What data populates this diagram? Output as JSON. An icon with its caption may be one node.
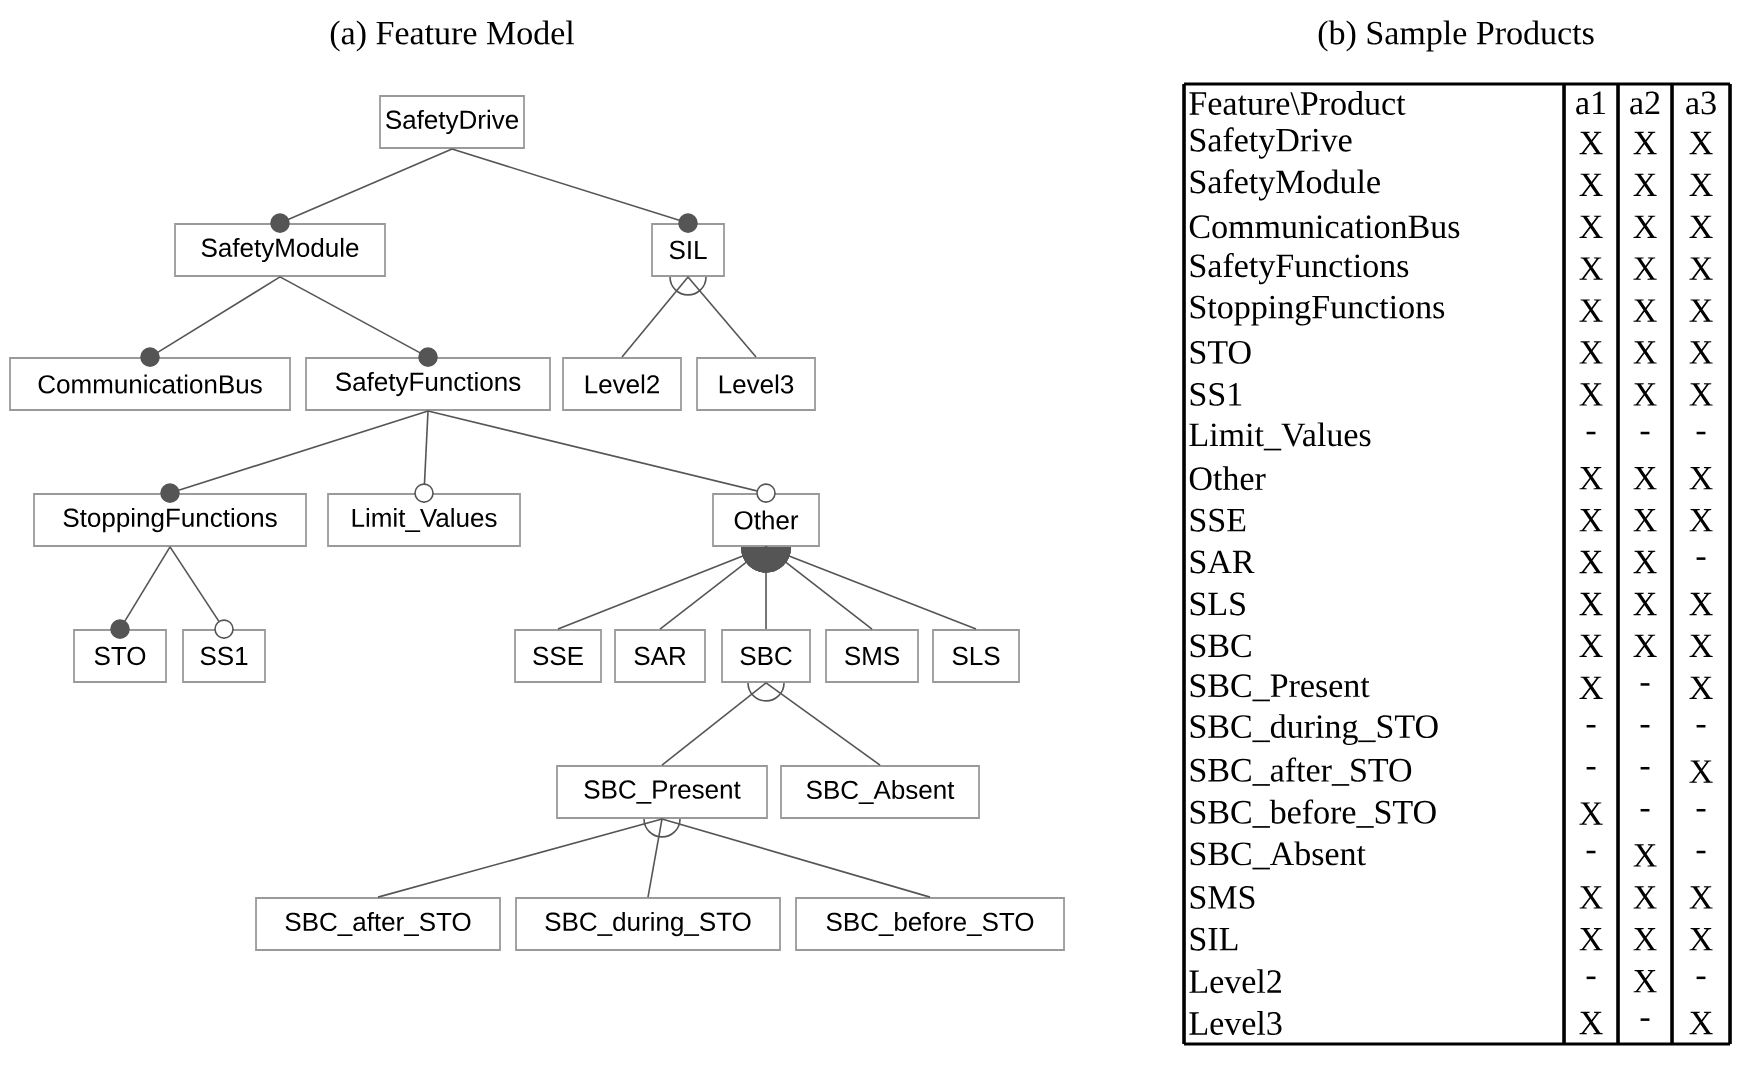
{
  "diagram": {
    "nodes": [
      {
        "text": [
          "SafetyDrive"
        ]
      },
      {
        "text": [
          "SafetyModule"
        ]
      },
      {
        "text": [
          "SIL"
        ]
      },
      {
        "text": [
          "CommunicationBus"
        ]
      },
      {
        "text": [
          "SafetyFunctions"
        ]
      },
      {
        "text": [
          "Level2"
        ]
      },
      {
        "text": [
          "Level3"
        ]
      },
      {
        "text": [
          "StoppingFunctions"
        ]
      },
      {
        "text": [
          "Limit_Values"
        ]
      },
      {
        "text": [
          "Other"
        ]
      },
      {
        "text": [
          "STO"
        ]
      },
      {
        "text": [
          "SS1"
        ]
      },
      {
        "text": [
          "SSE"
        ]
      },
      {
        "text": [
          "SAR"
        ]
      },
      {
        "text": [
          "SBC"
        ]
      },
      {
        "text": [
          "SMS"
        ]
      },
      {
        "text": [
          "SLS"
        ]
      },
      {
        "text": [
          "SBC_Present"
        ]
      },
      {
        "text": [
          "SBC_Absent"
        ]
      },
      {
        "text": [
          "SBC_after_STO"
        ]
      },
      {
        "text": [
          "SBC_during_STO"
        ]
      },
      {
        "text": [
          "SBC_before_STO"
        ]
      }
    ],
    "edges": [
      {
        "from": 0,
        "to": 1,
        "arrow": "other"
      },
      {
        "from": 0,
        "to": 2,
        "arrow": "other"
      },
      {
        "from": 1,
        "to": 3,
        "arrow": "other"
      },
      {
        "from": 1,
        "to": 4,
        "arrow": "other"
      },
      {
        "from": 2,
        "to": 5,
        "arrow": "none"
      },
      {
        "from": 2,
        "to": 6,
        "arrow": "none"
      },
      {
        "from": 4,
        "to": 7,
        "arrow": "other"
      },
      {
        "from": 4,
        "to": 8,
        "arrow": "other"
      },
      {
        "from": 4,
        "to": 9,
        "arrow": "other"
      },
      {
        "from": 7,
        "to": 10,
        "arrow": "other"
      },
      {
        "from": 7,
        "to": 11,
        "arrow": "other"
      },
      {
        "from": 9,
        "to": 12,
        "arrow": "other"
      },
      {
        "from": 9,
        "to": 13,
        "arrow": "other"
      },
      {
        "from": 9,
        "to": 14,
        "arrow": "other"
      },
      {
        "from": 9,
        "to": 15,
        "arrow": "other"
      },
      {
        "from": 9,
        "to": 16,
        "arrow": "other"
      },
      {
        "from": 14,
        "to": 17,
        "arrow": "none"
      },
      {
        "from": 14,
        "to": 18,
        "arrow": "none"
      },
      {
        "from": 17,
        "to": 19,
        "arrow": "none"
      },
      {
        "from": 17,
        "to": 20,
        "arrow": "none"
      },
      {
        "from": 17,
        "to": 21,
        "arrow": "none"
      }
    ],
    "labels": [
      "(a) Feature Model",
      "(b) Sample Products",
      "Feature\\Product",
      "a1",
      "a2",
      "a3",
      "SafetyDrive",
      "X",
      "X",
      "X",
      "SafetyModule",
      "X",
      "X",
      "X",
      "CommunicationBus",
      "X",
      "X",
      "X",
      "SafetyFunctions",
      "X",
      "X",
      "X",
      "StoppingFunctions",
      "X",
      "X",
      "X",
      "STO",
      "X",
      "X",
      "X",
      "SS1",
      "X",
      "X",
      "X",
      "Limit_Values",
      "-",
      "-",
      "-",
      "Other",
      "X",
      "X",
      "X",
      "SSE",
      "X",
      "X",
      "X",
      "SAR",
      "X",
      "X",
      "-",
      "SLS",
      "X",
      "X",
      "X",
      "SBC",
      "X",
      "X",
      "X",
      "SBC_Present",
      "X",
      "-",
      "X",
      "SBC_during_STO",
      "-",
      "-",
      "-",
      "SBC_after_STO",
      "-",
      "-",
      "X",
      "SBC_before_STO",
      "X",
      "-",
      "-",
      "SBC_Absent",
      "-",
      "X",
      "-",
      "SMS",
      "X",
      "X",
      "X",
      "SIL",
      "X",
      "X",
      "X",
      "Level2",
      "-",
      "X",
      "-",
      "Level3",
      "X",
      "-",
      "X"
    ]
  }
}
